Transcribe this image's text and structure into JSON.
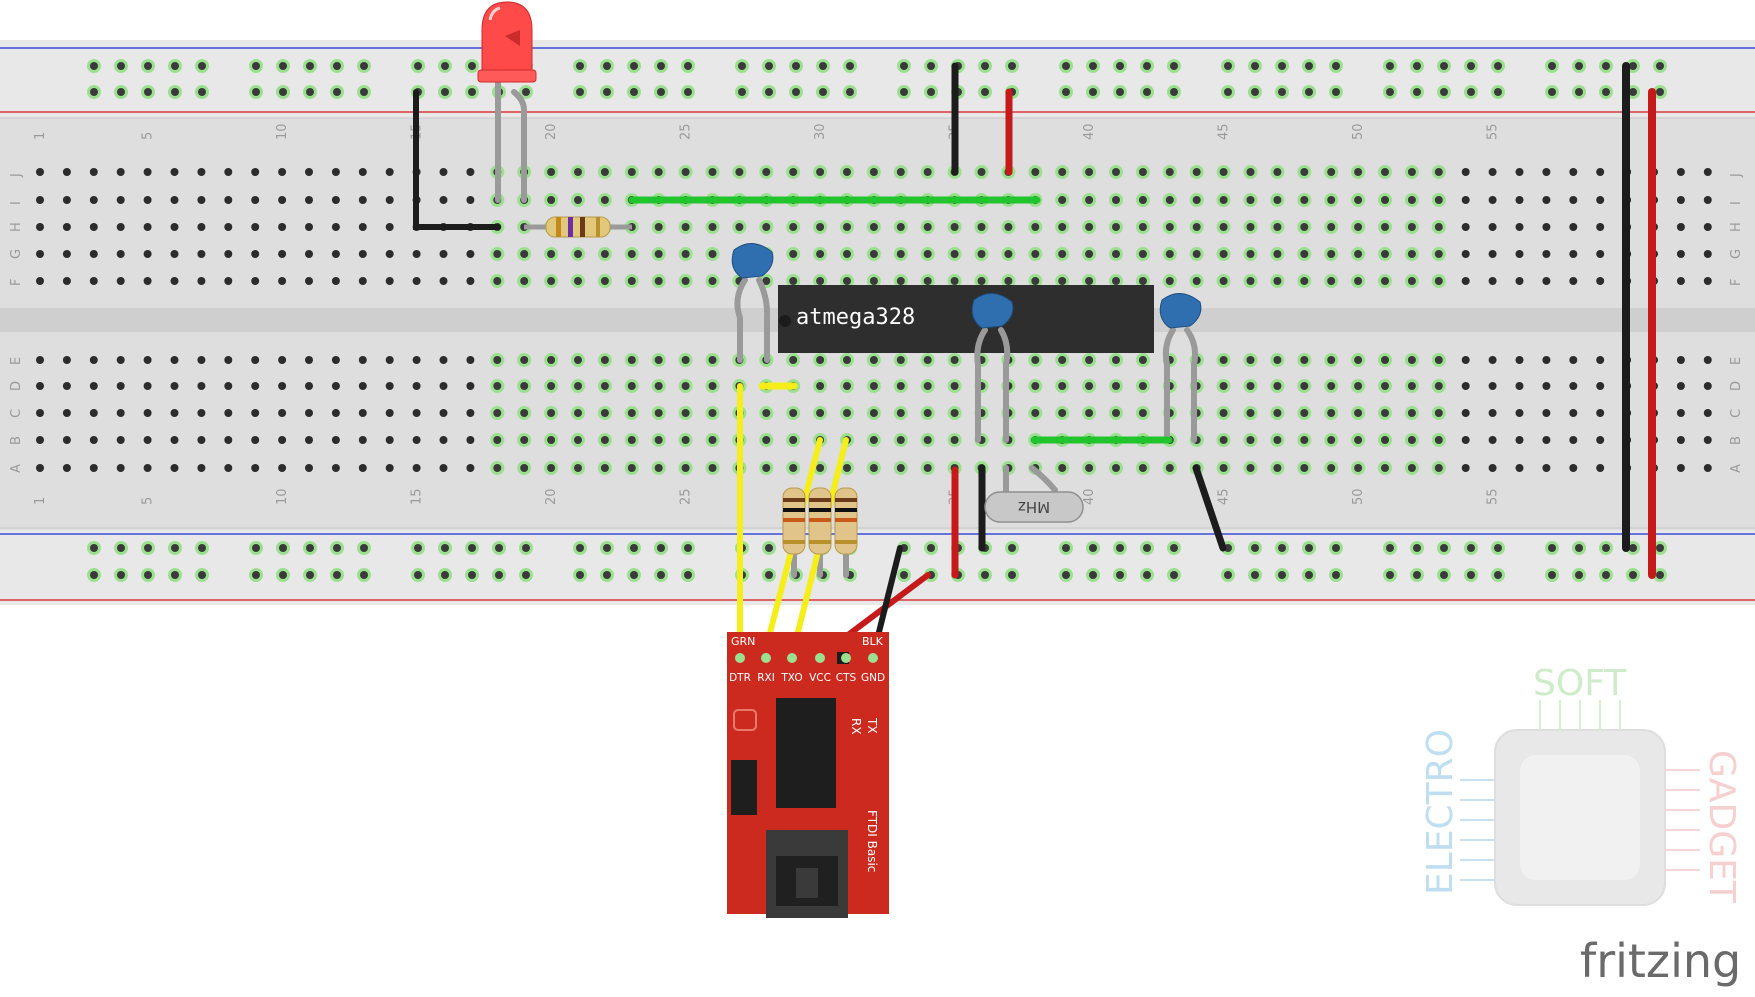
{
  "breadboard": {
    "column_labels": [
      "1",
      "5",
      "10",
      "15",
      "20",
      "25",
      "30",
      "35",
      "40",
      "45",
      "50",
      "55"
    ],
    "row_labels_top": [
      "J",
      "I",
      "H",
      "G",
      "F"
    ],
    "row_labels_bottom": [
      "E",
      "D",
      "C",
      "B",
      "A"
    ]
  },
  "ic": {
    "label": "atmega328"
  },
  "crystal": {
    "label": "MHz"
  },
  "ftdi": {
    "pin_labels": [
      "DTR",
      "RXI",
      "TXO",
      "VCC",
      "CTS",
      "GND"
    ],
    "top_left_label": "GRN",
    "top_right_label": "BLK",
    "name": "FTDI Basic",
    "tx_label": "TX",
    "rx_label": "RX"
  },
  "logo": {
    "top": "SOFT",
    "left": "ELECTRO",
    "right": "GADGET"
  },
  "watermark": "fritzing",
  "colors": {
    "board": "#dcdcdc",
    "rail": "#e6e6e6",
    "hole_ring": "#9be08f",
    "wire_black": "#1c1c1c",
    "wire_red": "#c61a1a",
    "wire_yellow": "#f5ee1a",
    "wire_green": "#21c42c",
    "ftdi_red": "#cc2a1f",
    "cap_blue": "#2f6fb0",
    "led_red": "#ff4a4a"
  }
}
